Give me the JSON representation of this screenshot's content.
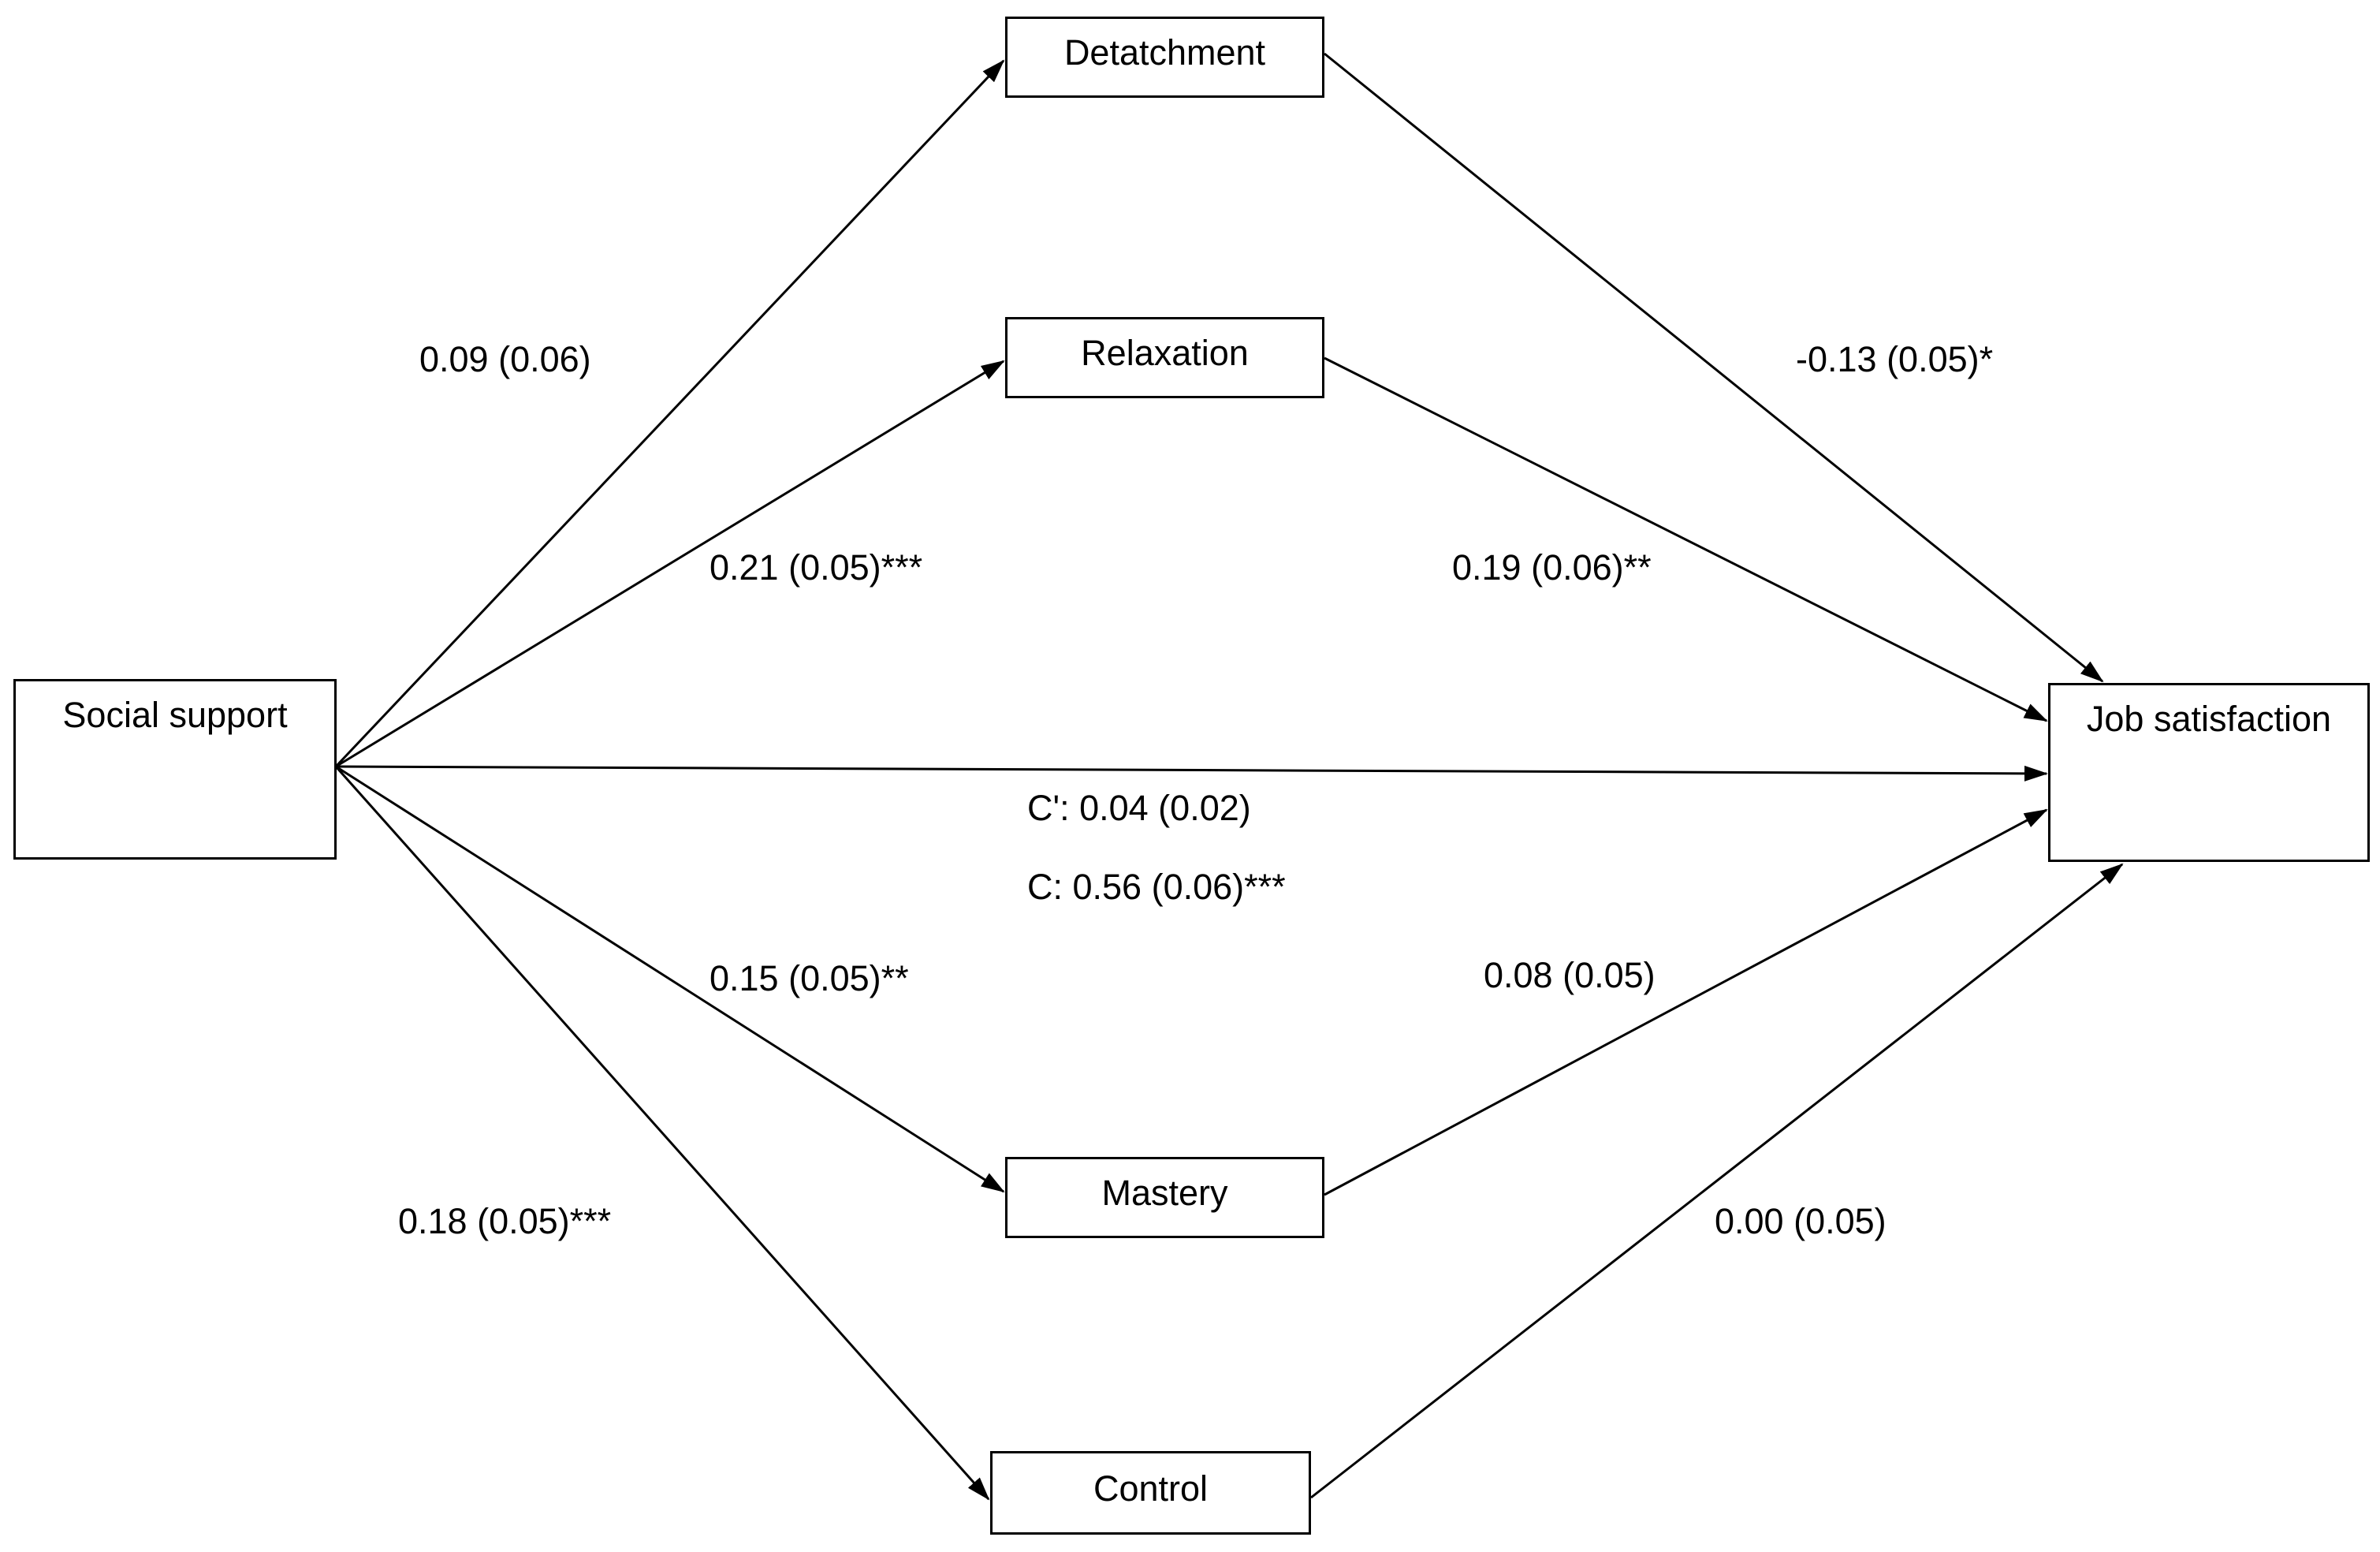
{
  "nodes": {
    "social_support": "Social support",
    "detachment": "Detatchment",
    "relaxation": "Relaxation",
    "mastery": "Mastery",
    "control": "Control",
    "job_satisfaction": "Job satisfaction"
  },
  "paths": {
    "support_to_detachment": "0.09 (0.06)",
    "support_to_relaxation": "0.21 (0.05)***",
    "support_to_mastery": "0.15 (0.05)**",
    "support_to_control": "0.18 (0.05)***",
    "detachment_to_job": "-0.13 (0.05)*",
    "relaxation_to_job": "0.19 (0.06)**",
    "mastery_to_job": "0.08 (0.05)",
    "control_to_job": "0.00 (0.05)",
    "direct_effect": "C': 0.04 (0.02)",
    "total_effect": "C: 0.56 (0.06)***"
  },
  "colors": {
    "line": "#000000",
    "background": "#ffffff",
    "text": "#000000"
  }
}
